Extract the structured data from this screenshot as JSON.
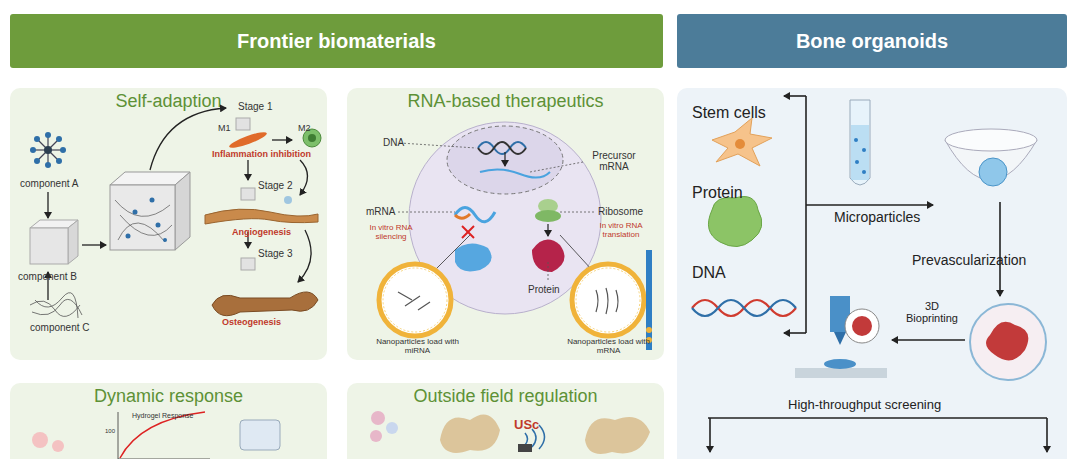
{
  "diagram": {
    "nodes": [
      {
        "text": [
          "Frontier biomaterials"
        ]
      },
      {
        "text": [
          "Self-adaption"
        ]
      },
      {
        "text": [
          "RNA-based therapeutics"
        ]
      },
      {
        "text": [
          "Dynamic response"
        ]
      },
      {
        "text": [
          "Outside field regulation"
        ]
      },
      {
        "text": [
          "Bone organoids"
        ]
      }
    ],
    "labels": [
      "component A",
      "Stage 1",
      "M1",
      "M2",
      "Inflammation inhibition",
      "component B",
      "Stage 2",
      "Angiogenesis",
      "Stage 3",
      "component C",
      "Osteogenesis",
      "DNA",
      "Precursor mRNA",
      "mRNA",
      "Ribosome",
      "In vitro RNA silencing",
      "In vitro RNA translation",
      "Protein",
      "Nanoparticles load with miRNA",
      "Nanoparticles load with mRNA",
      "Hydrogel Response",
      "100",
      "USc",
      "Stem cells",
      "Protein",
      "DNA",
      "Microparticles",
      "Prevascularization",
      "3D Bioprinting",
      "High-throughput screening"
    ]
  }
}
